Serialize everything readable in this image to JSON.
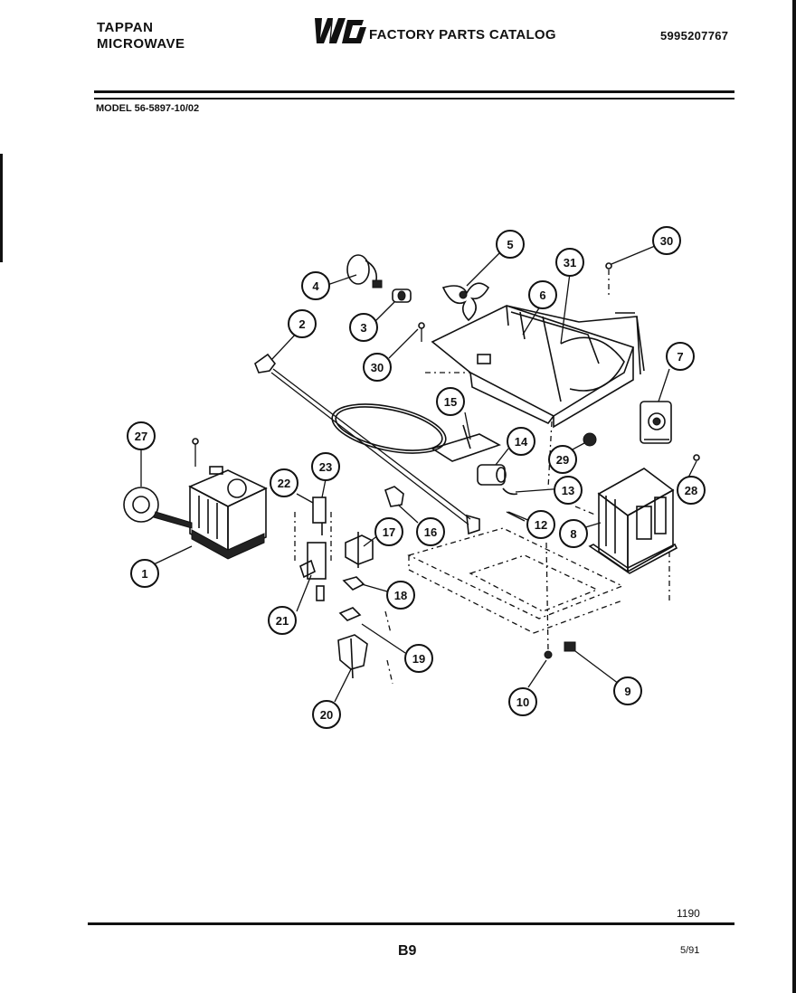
{
  "header": {
    "brand_line1": "TAPPAN",
    "brand_line2": "MICROWAVE",
    "logo_text": "WCI",
    "catalog_title": "FACTORY PARTS CATALOG",
    "catalog_number": "5995207767",
    "model": "MODEL 56-5897-10/02"
  },
  "footer": {
    "code": "1190",
    "page": "B9",
    "date": "5/91"
  },
  "callouts": {
    "c1": "1",
    "c2": "2",
    "c3": "3",
    "c4": "4",
    "c5": "5",
    "c6": "6",
    "c7": "7",
    "c8": "8",
    "c9": "9",
    "c10": "10",
    "c12": "12",
    "c13": "13",
    "c14": "14",
    "c15": "15",
    "c16": "16",
    "c17": "17",
    "c18": "18",
    "c19": "19",
    "c20": "20",
    "c21": "21",
    "c22": "22",
    "c23": "23",
    "c27": "27",
    "c28": "28",
    "c29": "29",
    "c30a": "30",
    "c30b": "30",
    "c31": "31"
  }
}
